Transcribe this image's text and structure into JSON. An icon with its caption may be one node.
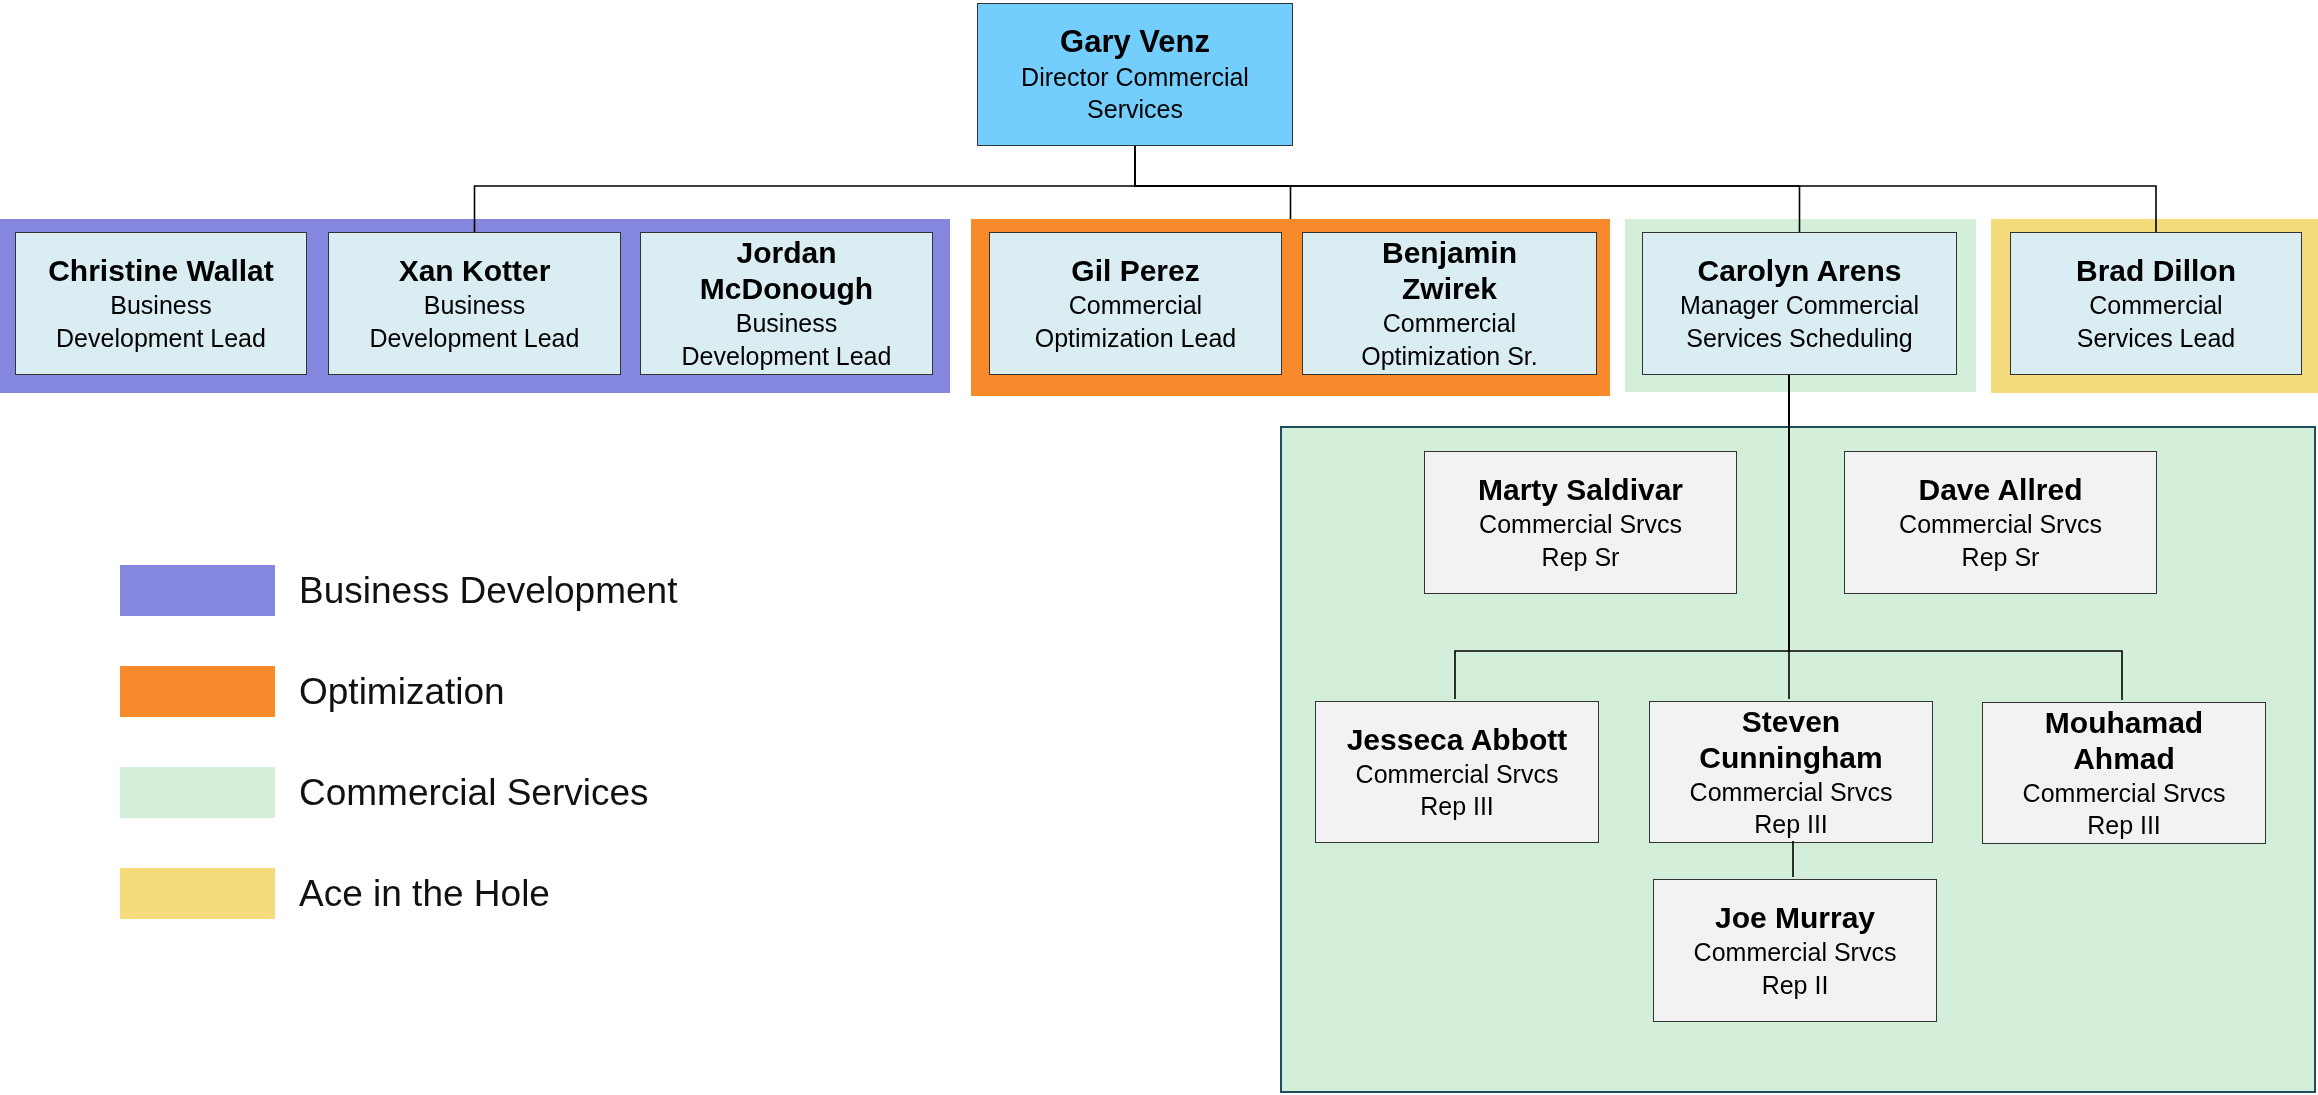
{
  "diagram": {
    "nodes": [
      {
        "text": [
          "Gary Venz",
          "Director Commercial Services"
        ]
      },
      {
        "text": [],
        "shape": "box"
      },
      {
        "text": [
          "Christine Wallat",
          "Business Development Lead"
        ],
        "in": 1
      },
      {
        "text": [
          "Xan Kotter",
          "Business Development Lead"
        ],
        "in": 1
      },
      {
        "text": [
          "Jordan McDonough",
          "Business Development Lead"
        ],
        "in": 1
      },
      {
        "text": [],
        "shape": "box"
      },
      {
        "text": [
          "Gil Perez",
          "Commercial Optimization Lead"
        ],
        "in": 5
      },
      {
        "text": [
          "Benjamin Zwirek",
          "Commercial Optimization Sr."
        ],
        "in": 5
      },
      {
        "text": [],
        "shape": "box"
      },
      {
        "text": [
          "Carolyn Arens",
          "Manager Commercial Services Scheduling"
        ],
        "in": 8
      },
      {
        "text": [],
        "shape": "box"
      },
      {
        "text": [
          "Brad Dillon",
          "Commercial Services Lead"
        ],
        "in": 10
      },
      {
        "text": [],
        "shape": "box"
      },
      {
        "text": [
          "Marty Saldivar",
          "Commercial Srvcs Rep Sr"
        ],
        "in": 12
      },
      {
        "text": [
          "Dave Allred",
          "Commercial Srvcs Rep Sr"
        ],
        "in": 12
      },
      {
        "text": [
          "Jesseca Abbott",
          "Commercial Srvcs Rep III"
        ],
        "in": 12
      },
      {
        "text": [
          "Steven Cunningham",
          "Commercial Srvcs Rep III"
        ],
        "in": 12
      },
      {
        "text": [
          "Mouhamad Ahmad",
          "Commercial Srvcs Rep III"
        ],
        "in": 12
      },
      {
        "text": [
          "Joe Murray",
          "Commercial Srvcs Rep II"
        ],
        "in": 12
      }
    ],
    "edges": [
      {
        "from": 0,
        "to": 3,
        "arrow": "none"
      },
      {
        "from": 0,
        "to": 5,
        "arrow": "none"
      },
      {
        "from": 0,
        "to": 9,
        "arrow": "none"
      },
      {
        "from": 0,
        "to": 11,
        "arrow": "none"
      },
      {
        "from": 9,
        "to": 15,
        "arrow": "none"
      },
      {
        "from": 9,
        "to": 16,
        "arrow": "none"
      },
      {
        "from": 9,
        "to": 17,
        "arrow": "none"
      },
      {
        "from": 16,
        "to": 18,
        "arrow": "none"
      }
    ],
    "legend": [
      {
        "text": "Business Development",
        "color": "#8487dd"
      },
      {
        "text": "Optimization",
        "color": "#f78a2a"
      },
      {
        "text": "Commercial Services",
        "color": "#d3eed9"
      },
      {
        "text": "Ace in the Hole",
        "color": "#f4dc7c"
      }
    ]
  }
}
